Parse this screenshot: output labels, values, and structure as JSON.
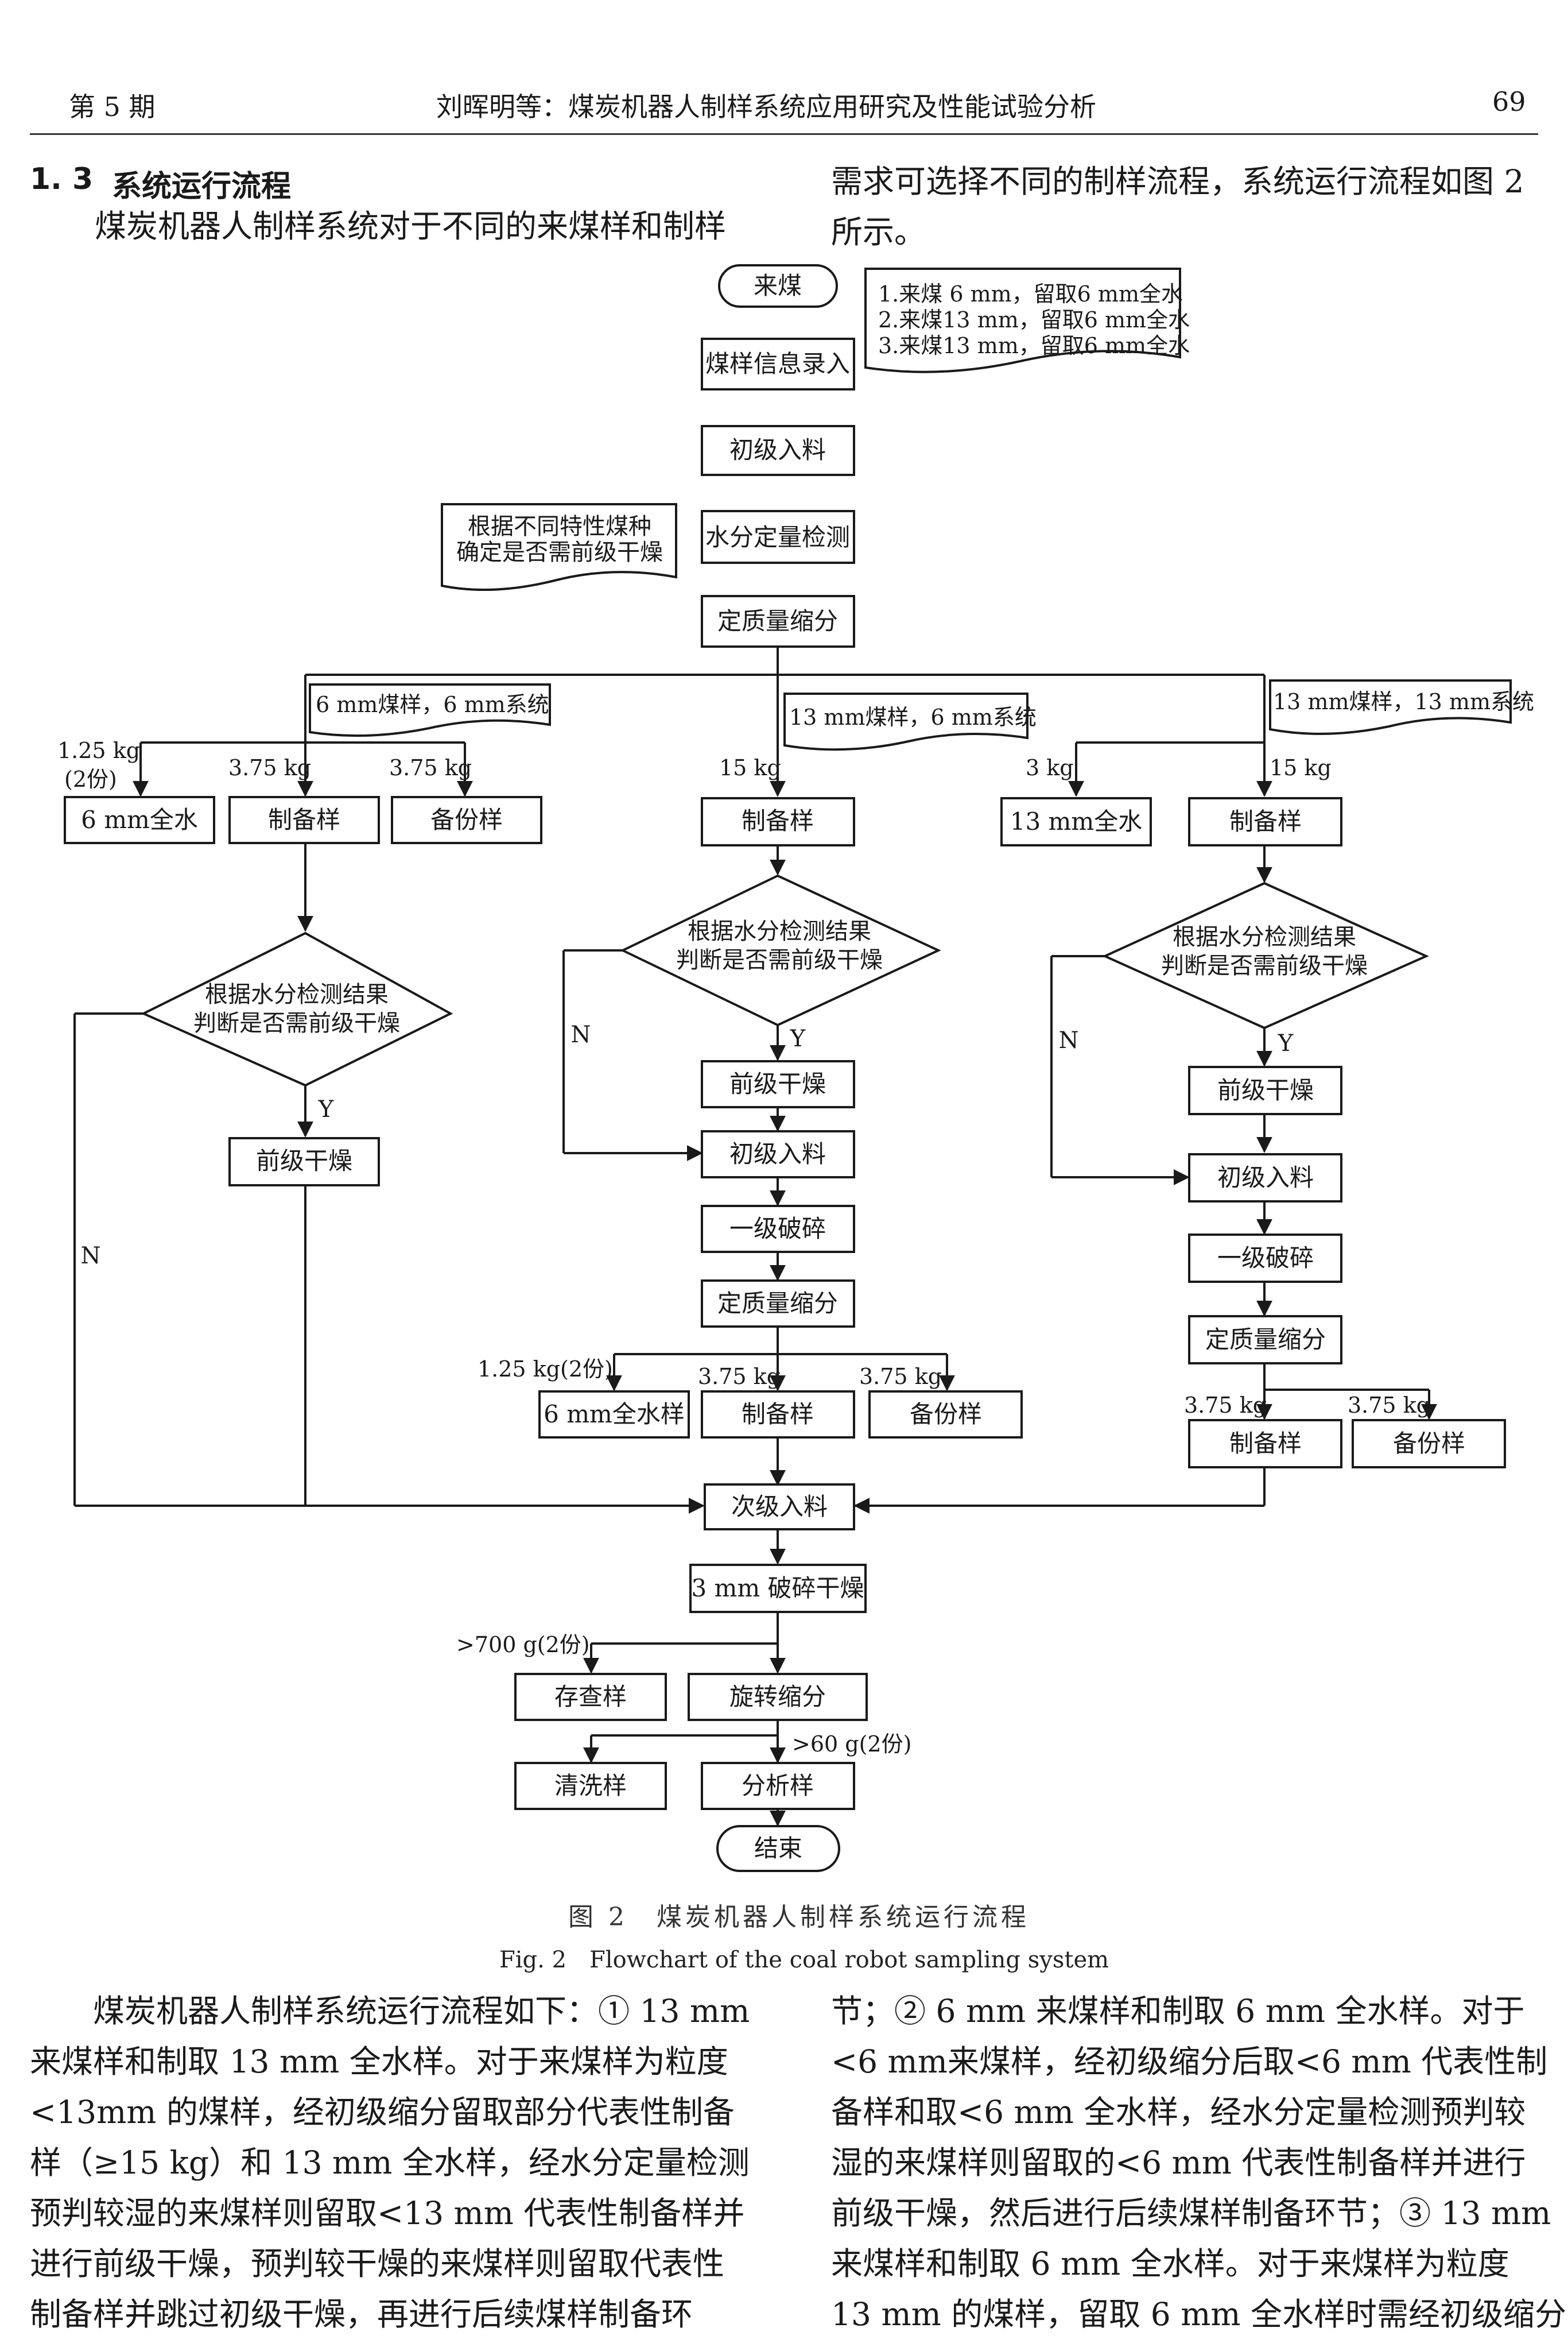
{
  "header": {
    "issue": "第 5 期",
    "running_title": "刘晖明等：煤炭机器人制样系统应用研究及性能试验分析",
    "page_number": "69"
  },
  "section": {
    "number": "1. 3",
    "title": "系统运行流程",
    "intro_left_line1": "煤炭机器人制样系统对于不同的来煤样和制样",
    "intro_right_line1": "需求可选择不同的制样流程，系统运行流程如图 2",
    "intro_right_line2": "所示。"
  },
  "flowchart": {
    "start": "来煤",
    "note_top": [
      "1.来煤 6 mm，留取6 mm全水",
      "2.来煤13 mm，留取6 mm全水",
      "3.来煤13 mm，留取6 mm全水"
    ],
    "info_entry": "煤样信息录入",
    "primary_feed": "初级入料",
    "note_left": [
      "根据不同特性煤种",
      "确定是否需前级干燥"
    ],
    "moisture_check": "水分定量检测",
    "mass_division": "定质量缩分",
    "branch_a_label": "6 mm煤样，6 mm系统",
    "branch_b_label": "13 mm煤样，6 mm系统",
    "branch_c_label": "13 mm煤样，13 mm系统",
    "a_w1": "1.25 kg",
    "a_w1b": "(2份)",
    "a_w2": "3.75 kg",
    "a_w3": "3.75 kg",
    "a_box1": "6 mm全水",
    "a_box2": "制备样",
    "a_box3": "备份样",
    "decision_l1": "根据水分检测结果",
    "decision_l2": "判断是否需前级干燥",
    "yes": "Y",
    "no": "N",
    "pre_dry": "前级干燥",
    "b_w": "15 kg",
    "b_box": "制备样",
    "b_feed": "初级入料",
    "b_crush": "一级破碎",
    "b_div": "定质量缩分",
    "b_w1": "1.25 kg(2份)",
    "b_w2": "3.75 kg",
    "b_w3": "3.75 kg",
    "b_out1": "6 mm全水样",
    "b_out2": "制备样",
    "b_out3": "备份样",
    "c_w1": "3 kg",
    "c_w2": "15 kg",
    "c_box1": "13 mm全水",
    "c_box2": "制备样",
    "c_feed": "初级入料",
    "c_crush": "一级破碎",
    "c_div": "定质量缩分",
    "c_w3": "3.75 kg",
    "c_w4": "3.75 kg",
    "c_out1": "制备样",
    "c_out2": "备份样",
    "secondary_feed": "次级入料",
    "crush_dry_3mm": "3 mm 破碎干燥",
    "w_700": ">700 g(2份)",
    "retained": "存查样",
    "rotary_div": "旋转缩分",
    "w_60": ">60 g(2份)",
    "wash": "清洗样",
    "analysis": "分析样",
    "end": "结束"
  },
  "caption": {
    "cn": "图 2　煤炭机器人制样系统运行流程",
    "en": "Fig. 2　Flowchart of the coal robot sampling system"
  },
  "body": {
    "left": [
      "　　煤炭机器人制样系统运行流程如下：① 13 mm",
      "来煤样和制取 13 mm 全水样。对于来煤样为粒度",
      "<13mm 的煤样，经初级缩分留取部分代表性制备",
      "样（≥15 kg）和 13 mm 全水样，经水分定量检测",
      "预判较湿的来煤样则留取<13 mm 代表性制备样并",
      "进行前级干燥，预判较干燥的来煤样则留取代表性",
      "制备样并跳过初级干燥，再进行后续煤样制备环"
    ],
    "right": [
      "节；② 6 mm 来煤样和制取 6 mm 全水样。对于",
      "<6 mm来煤样，经初级缩分后取<6 mm 代表性制",
      "备样和取<6 mm 全水样，经水分定量检测预判较",
      "湿的来煤样则留取的<6 mm 代表性制备样并进行",
      "前级干燥，然后进行后续煤样制备环节；③ 13 mm",
      "来煤样和制取 6 mm 全水样。对于来煤样为粒度",
      "13 mm 的煤样，留取 6 mm 全水样时需经初级缩分"
    ]
  }
}
